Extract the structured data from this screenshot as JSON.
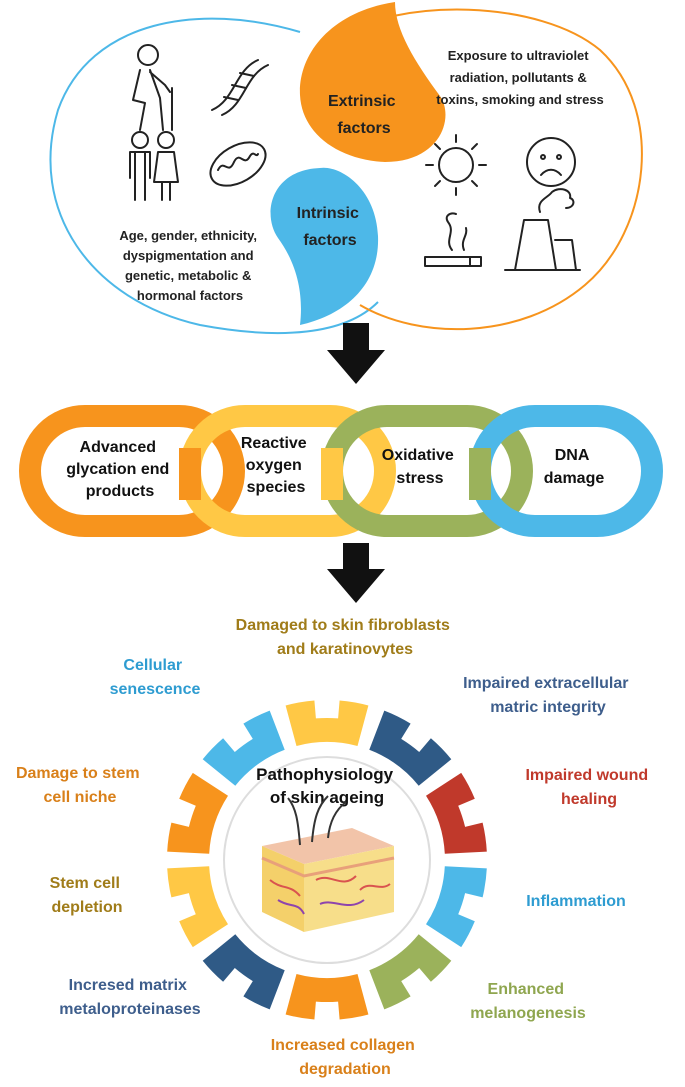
{
  "colors": {
    "orange": "#F7941D",
    "blue": "#4DB8E8",
    "yellow": "#FFC845",
    "green": "#9BB25B",
    "navy": "#2F5A86",
    "red": "#C0392B",
    "dark": "#222222",
    "gold_text": "#A07C19",
    "blue_text": "#2E9CD1",
    "orange_text": "#D9801A",
    "navy_text": "#3E5E8C",
    "red_text": "#C0392B",
    "green_text": "#8FA64F"
  },
  "top": {
    "extrinsic": {
      "line1": "Extrinsic",
      "line2": "factors"
    },
    "intrinsic": {
      "line1": "Intrinsic",
      "line2": "factors"
    },
    "extrinsic_desc": [
      "Exposure to ultraviolet",
      "radiation, pollutants &",
      "toxins, smoking and stress"
    ],
    "intrinsic_desc": [
      "Age, gender, ethnicity,",
      "dyspigmentation and",
      "genetic, metabolic &",
      "hormonal factors"
    ],
    "icons": [
      "elderly-person-icon",
      "dna-icon",
      "couple-icon",
      "mitochondria-icon",
      "sun-icon",
      "sad-face-icon",
      "cigarette-icon",
      "factory-icon"
    ]
  },
  "chain": [
    {
      "lines": [
        "Advanced",
        "glycation end",
        "products"
      ]
    },
    {
      "lines": [
        "Reactive",
        "oxygen",
        "species"
      ]
    },
    {
      "lines": [
        "Oxidative",
        "stress"
      ]
    },
    {
      "lines": [
        "DNA",
        "damage"
      ]
    }
  ],
  "center": {
    "title": [
      "Pathophysiology",
      "of skin ageing"
    ],
    "image": "skin-layers-illustration"
  },
  "effects": [
    {
      "lines": [
        "Damaged to skin fibroblasts",
        "and karatinovytes"
      ]
    },
    {
      "lines": [
        "Impaired extracellular",
        "matric integrity"
      ]
    },
    {
      "lines": [
        "Impaired wound",
        "healing"
      ]
    },
    {
      "lines": [
        "Inflammation"
      ]
    },
    {
      "lines": [
        "Enhanced",
        "melanogenesis"
      ]
    },
    {
      "lines": [
        "Increased collagen",
        "degradation"
      ]
    },
    {
      "lines": [
        "Incresed matrix",
        "metaloproteinases"
      ]
    },
    {
      "lines": [
        "Stem cell",
        "depletion"
      ]
    },
    {
      "lines": [
        "Damage to stem",
        "cell niche"
      ]
    },
    {
      "lines": [
        "Cellular",
        "senescence"
      ]
    }
  ]
}
